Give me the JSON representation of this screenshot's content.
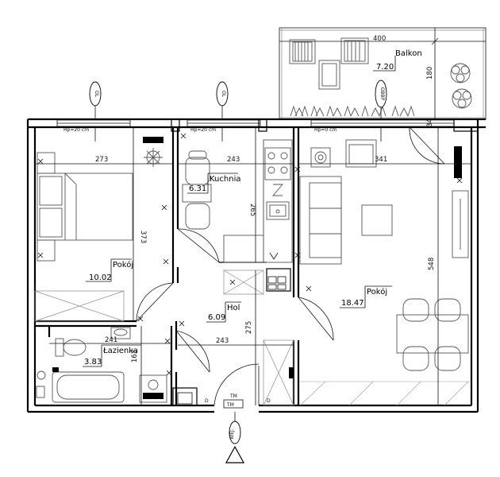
{
  "rooms": [
    {
      "key": "balkon",
      "name": "Balkon",
      "area": "7.20"
    },
    {
      "key": "kuchnia",
      "name": "Kuchnia",
      "area": "6.31"
    },
    {
      "key": "pokoj1",
      "name": "Pokój",
      "area": "10.02"
    },
    {
      "key": "pokoj2",
      "name": "Pokój",
      "area": "18.47"
    },
    {
      "key": "hol",
      "name": "Hol",
      "area": "6.09"
    },
    {
      "key": "lazienka",
      "name": "Łazienka",
      "area": "3.83"
    }
  ],
  "dimensions": {
    "balkon_width": "400",
    "balkon_depth": "180",
    "pokoj1_width": "273",
    "pokoj1_depth": "373",
    "kuchnia_width": "243",
    "kuchnia_depth": "265",
    "pokoj2_width": "341",
    "pokoj2_depth": "548",
    "lazienka_width": "241",
    "lazienka_depth": "163",
    "hol_width": "243",
    "hol_depth": "275",
    "wall_34": "34"
  },
  "window_labels": {
    "w1": "Hp=20 cm",
    "w2": "Hp=20 cm",
    "w3": "Hp=0 cm"
  },
  "bubbles": {
    "b1": "OL",
    "b2": "OL",
    "b3": "OBBP",
    "entrance": "WEJ."
  },
  "markers": {
    "tm_top": "TM",
    "tm_box": "TM",
    "d_left": "D",
    "d_right": "D"
  },
  "colors": {
    "wall": "#000000",
    "furniture": "#555555",
    "hatch": "#9a9a9a"
  }
}
